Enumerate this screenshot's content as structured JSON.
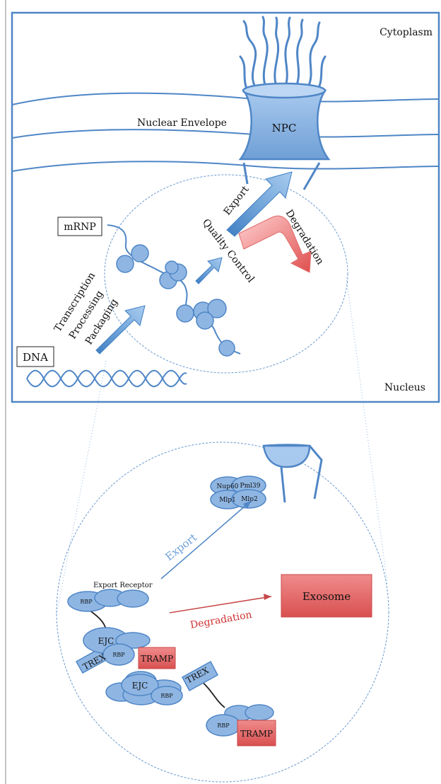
{
  "top": {
    "cytoplasm": "Cytoplasm",
    "nuclear_envelope": "Nuclear Envelope",
    "npc": "NPC",
    "nucleus": "Nucleus",
    "mrnp": "mRNP",
    "dna": "DNA",
    "transcription": "Transcription",
    "processing": "Processing",
    "packaging": "Packaging",
    "export": "Export",
    "quality_control": "Quality Control",
    "degradation": "Degradation"
  },
  "bottom": {
    "nup60": "Nup60",
    "pml39": "Pml39",
    "mlp1": "Mlp1",
    "mlp2": "Mlp2",
    "export": "Export",
    "export_receptor": "Export Receptor",
    "exosome": "Exosome",
    "degradation": "Degradation",
    "rbp": "RBP",
    "ejc": "EJC",
    "trex": "TREX",
    "tramp": "TRAMP"
  },
  "colors": {
    "blue_fill": "#8fb6e3",
    "blue_stroke": "#4f86c6",
    "red_fill": "#e06a6a",
    "red_stroke": "#c84848",
    "export_text": "#6fa1d8",
    "degradation_text": "#d03030"
  }
}
